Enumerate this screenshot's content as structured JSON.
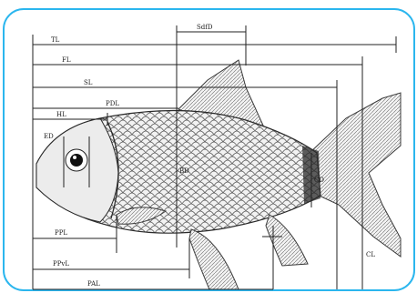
{
  "diagram": {
    "frame_color": "#2bb6ee",
    "line_color": "#222222",
    "labels": {
      "tl": "TL",
      "fl": "FL",
      "sl": "SL",
      "psl": "PDL",
      "hl": "HL",
      "ed": "ED",
      "bd": "BD",
      "cd": "CD",
      "ppl": "PPL",
      "ppvl": "PPvL",
      "pal": "PAL",
      "cl": "CL",
      "sdfl": "SdfD"
    }
  }
}
